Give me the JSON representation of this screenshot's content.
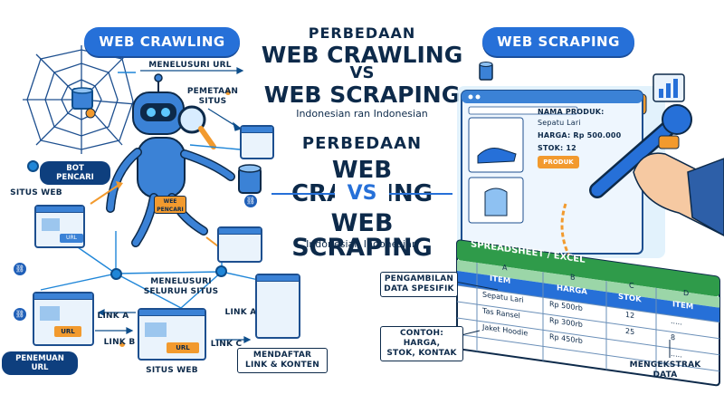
{
  "left_header": "WEB CRAWLING",
  "right_header": "WEB SCRAPING",
  "title_top": {
    "line1": "PERBEDAAN",
    "line2": "WEB CRAWLING",
    "line3": "VS",
    "line4": "WEB SCRAPING",
    "sub": "Indonesian ran Indonesian"
  },
  "title_bottom": {
    "line1": "PERBEDAAN",
    "line2": "WEB CRAWLING",
    "line3": "VS",
    "line4": "WEB SCRAPING",
    "sub": "Indonesian Indonesian"
  },
  "crawl": {
    "menelusuri_url": "MENELUSURI URL",
    "pemetaan": "PEMETAAN\nSITUS",
    "bot_pencari": "BOT PENCARI",
    "situs_web_left": "SITUS WEB",
    "robot_badge": "WEE\nPENCARI",
    "url_small": "URL",
    "menelusuri_seluruh": "MENELUSURI\nSELURUH SITUS",
    "link_a_left": "LINK A",
    "link_a_right": "LINK A",
    "link_b": "LINK B",
    "link_c": "LINK C",
    "url_btn_left": "URL",
    "url_btn_center": "URL",
    "penemuan_url": "PENEMUAN URL",
    "situs_web_bottom": "SITUS WEB",
    "mendaftar": "MENDAFTAR\nLINK & KONTEN"
  },
  "scrape": {
    "product_name_label": "NAMA PRODUK:",
    "product_name_value": "Sepatu Lari",
    "price": "HARGA: Rp 500.000",
    "stock": "STOK: 12",
    "product_btn": "PRODUK",
    "sheet_title": "SPREADSHEET / EXCEL",
    "col_letters": [
      "A",
      "B",
      "C",
      "D"
    ],
    "col_headers": [
      "ITEM",
      "HARGA",
      "STOK",
      "ITEM"
    ],
    "rows": [
      [
        "Sepatu Lari",
        "Rp 500rb",
        "12",
        "....."
      ],
      [
        "Tas Ransel",
        "Rp 300rb",
        "25",
        "8"
      ],
      [
        "Jaket Hoodie",
        "Rp 450rb",
        "",
        "....."
      ]
    ],
    "pengambilan": "PENGAMBILAN\nDATA SPESIFIK",
    "contoh": "CONTOH: HARGA,\nSTOK, KONTAK",
    "mengekstrak": "MENGEKSTRAK\nDATA"
  },
  "colors": {
    "primary": "#2670d8",
    "navy": "#0d2a4a",
    "orange": "#f29a2e",
    "green": "#2f9b4a"
  }
}
